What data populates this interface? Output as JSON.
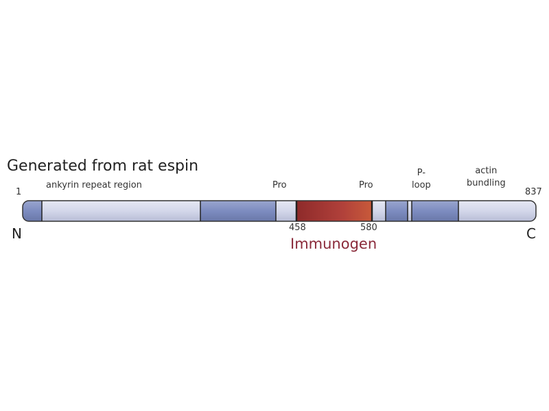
{
  "title": "Generated from rat espin",
  "start_residue": "1",
  "end_residue": "837",
  "n_terminus": "N",
  "c_terminus": "C",
  "domains": {
    "ankyrin": "ankyrin repeat region",
    "pro1": "Pro",
    "pro2": "Pro",
    "ploop": "P-\nloop",
    "actin": "actin\nbundling"
  },
  "immunogen": {
    "label": "Immunogen",
    "start": "458",
    "end": "580",
    "color": "#a8332f"
  },
  "colors": {
    "dark_segment": "#7f8fbf",
    "light_segment": "#d3d7ea"
  }
}
